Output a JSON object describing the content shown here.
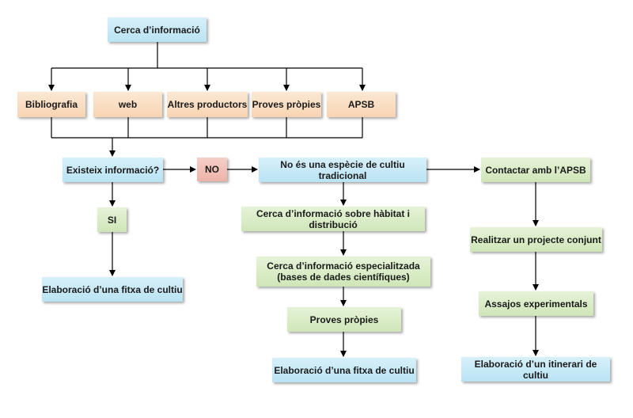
{
  "diagram": {
    "root": "Cerca d’informació",
    "sources": [
      "Bibliografia",
      "web",
      "Altres productors",
      "Proves pròpies",
      "APSB"
    ],
    "question": "Existeix informació?",
    "no_label": "NO",
    "yes_label": "SI",
    "yes_result": "Elaboració d’una fitxa de cultiu",
    "middle": {
      "header": "No és una espècie de cultiu tradicional",
      "step1": "Cerca d’informació sobre hàbitat i distribució",
      "step2": "Cerca d’informació especialitzada\n(bases de dades científiques)",
      "step3": "Proves pròpies",
      "result": "Elaboració d’una fitxa de cultiu"
    },
    "right": {
      "header": "Contactar amb l’APSB",
      "step1": "Realitzar un projecte conjunt",
      "step2": "Assajos experimentals",
      "result": "Elaboració d’un itinerari de cultiu"
    }
  }
}
